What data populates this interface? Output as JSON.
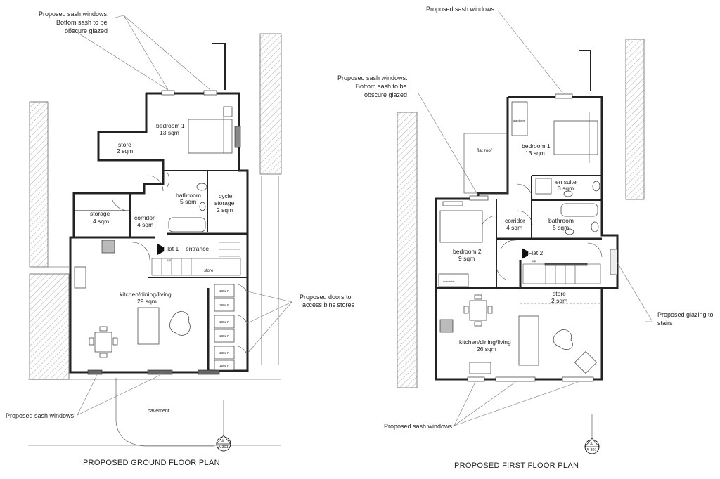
{
  "ground_floor": {
    "title": "PROPOSED GROUND FLOOR PLAN",
    "annotations": {
      "sash_top": [
        "Proposed sash windows.",
        "Bottom sash to be",
        "obscure glazed"
      ],
      "sash_bottom": "Proposed sash windows",
      "bin_doors": [
        "Proposed doors to",
        "access bins stores"
      ]
    },
    "rooms": {
      "bedroom1": [
        "bedroom 1",
        "13 sqm"
      ],
      "store": [
        "store",
        "2 sqm"
      ],
      "bathroom": [
        "bathroom",
        "5 sqm"
      ],
      "cycle": [
        "cycle",
        "storage",
        "2 sqm"
      ],
      "storage": [
        "storage",
        "4 sqm"
      ],
      "corridor": [
        "corridor",
        "4 sqm"
      ],
      "kitchen": [
        "kitchen/dining/living",
        "29 sqm"
      ]
    },
    "entrance": "entrance",
    "flat_label": "Flat 1",
    "stair_store": "store",
    "stair_up": "up",
    "pavement": "pavement",
    "bins": [
      "180L R",
      "180L R",
      "180L R",
      "180L R",
      "180L R",
      "180L R"
    ],
    "section_marker": {
      "letter": "A",
      "ref": "A-301"
    }
  },
  "first_floor": {
    "title": "PROPOSED FIRST FLOOR PLAN",
    "annotations": {
      "sash_top": "Proposed sash windows",
      "sash_left": [
        "Proposed sash windows.",
        "Bottom sash to be",
        "obscure glazed"
      ],
      "sash_bottom": "Proposed sash windows",
      "glazing": [
        "Proposed glazing to",
        "stairs"
      ]
    },
    "rooms": {
      "bedroom1": [
        "bedroom 1",
        "13 sqm"
      ],
      "en_suite": [
        "en suite",
        "3 sqm"
      ],
      "bathroom": [
        "bathroom",
        "5 sqm"
      ],
      "corridor": [
        "corridor",
        "4 sqm"
      ],
      "bedroom2": [
        "bedroom 2",
        "9 sqm"
      ],
      "store": [
        "store",
        "2 sqm"
      ],
      "kitchen": [
        "kitchen/dining/living",
        "26 sqm"
      ]
    },
    "flat_roof": "flat roof",
    "wardrobe_top": "wardrobe",
    "wardrobe_left": "wardrobe",
    "flat_label": "Flat 2",
    "stair_up": "up",
    "section_marker": {
      "letter": "A",
      "ref": "A-301"
    }
  }
}
